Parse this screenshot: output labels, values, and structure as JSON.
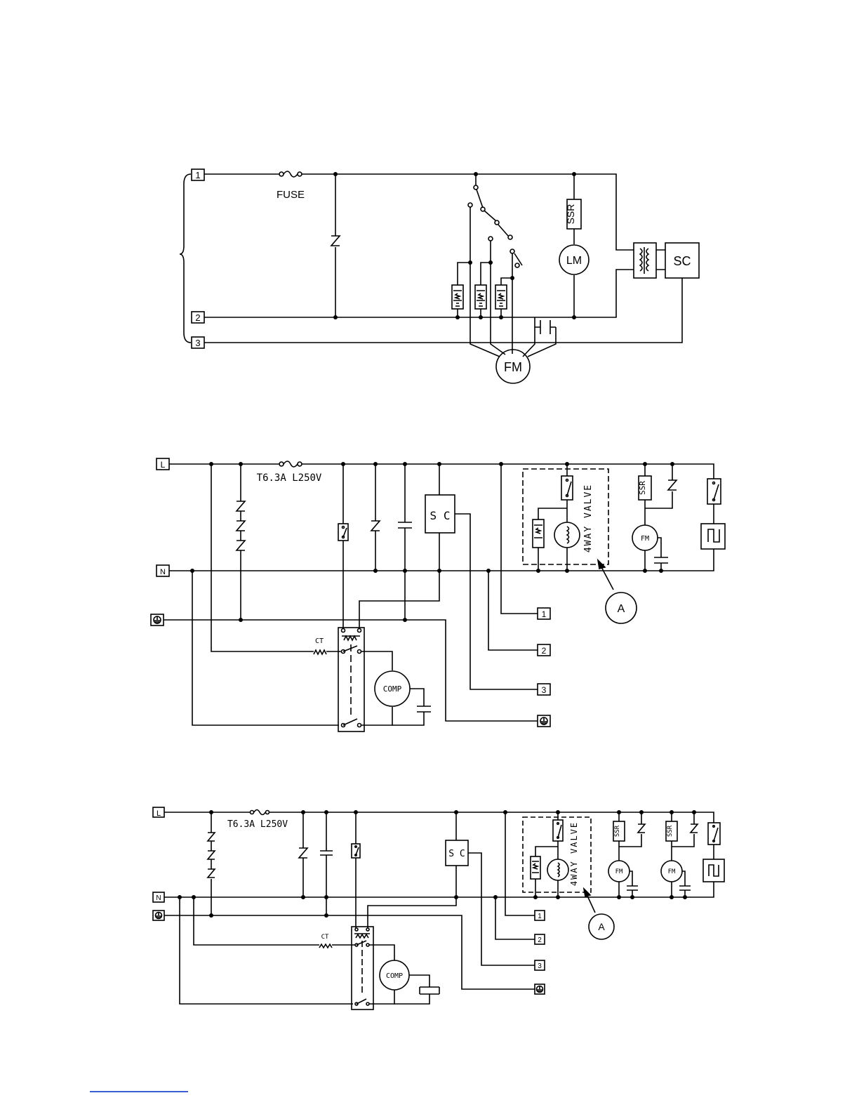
{
  "diagram1": {
    "terminals": [
      "1",
      "2",
      "3"
    ],
    "fuse_label": "FUSE",
    "ssr_label": "SSR",
    "lm_label": "LM",
    "sc_label": "SC",
    "fm_label": "FM"
  },
  "diagram2": {
    "line_label": "L",
    "neutral_label": "N",
    "fuse_label": "T6.3A L250V",
    "sc_label": "S C",
    "valve_label": "4WAY VALVE",
    "ssr_label": "SSR",
    "fm_label": "FM",
    "ct_label": "CT",
    "comp_label": "COMP",
    "callout_label": "A",
    "terminals": [
      "1",
      "2",
      "3"
    ]
  },
  "diagram3": {
    "line_label": "L",
    "neutral_label": "N",
    "fuse_label": "T6.3A L250V",
    "sc_label": "S C",
    "valve_label": "4WAY VALVE",
    "ssr_label_1": "SSR",
    "ssr_label_2": "SSR",
    "fm_label_1": "FM",
    "fm_label_2": "FM",
    "ct_label": "CT",
    "comp_label": "COMP",
    "callout_label": "A",
    "terminals": [
      "1",
      "2",
      "3"
    ]
  },
  "icons": {
    "ground": "ground-icon",
    "fuse": "fuse-icon",
    "varistor": "varistor-icon",
    "heater": "heater-icon",
    "switch": "switch-icon",
    "capacitor": "capacitor-icon"
  }
}
